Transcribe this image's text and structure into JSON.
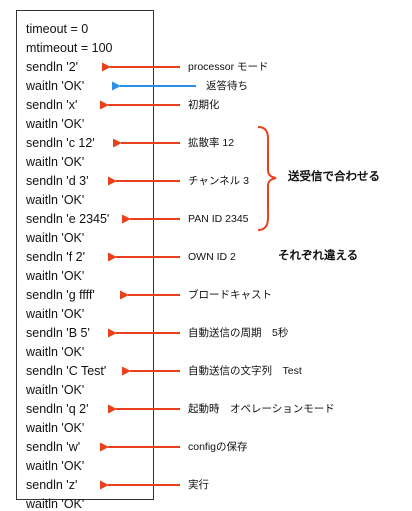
{
  "script_lines": [
    "timeout = 0",
    "mtimeout = 100",
    "sendln '2'",
    "waitln 'OK'",
    "sendln 'x'",
    "waitln 'OK'",
    "sendln 'c 12'",
    "waitln 'OK'",
    "sendln 'd 3'",
    "waitln 'OK'",
    "sendln 'e 2345'",
    "waitln 'OK'",
    "sendln 'f 2'",
    "waitln 'OK'",
    "sendln 'g ffff'",
    "waitln 'OK'",
    "sendln 'B 5'",
    "waitln 'OK'",
    "sendln 'C Test'",
    "waitln 'OK'",
    "sendln 'q 2'",
    "waitln 'OK'",
    "sendln 'w'",
    "waitln 'OK'",
    "sendln 'z'",
    "waitln 'OK'"
  ],
  "annotations": [
    "processor モード",
    "返答待ち",
    "初期化",
    "拡散率 12",
    "チャンネル 3",
    "PAN ID 2345",
    "OWN ID 2",
    "ブロードキャスト",
    "自動送信の周期　5秒",
    "自動送信の文字列　Test",
    "起動時　オペレーションモード",
    "configの保存",
    "実行"
  ],
  "group_note": "送受信で合わせる",
  "own_id_note": "それぞれ違える",
  "colors": {
    "red_arrow": "#e8401c",
    "blue_arrow": "#2a8fe6",
    "box": "#333333"
  }
}
